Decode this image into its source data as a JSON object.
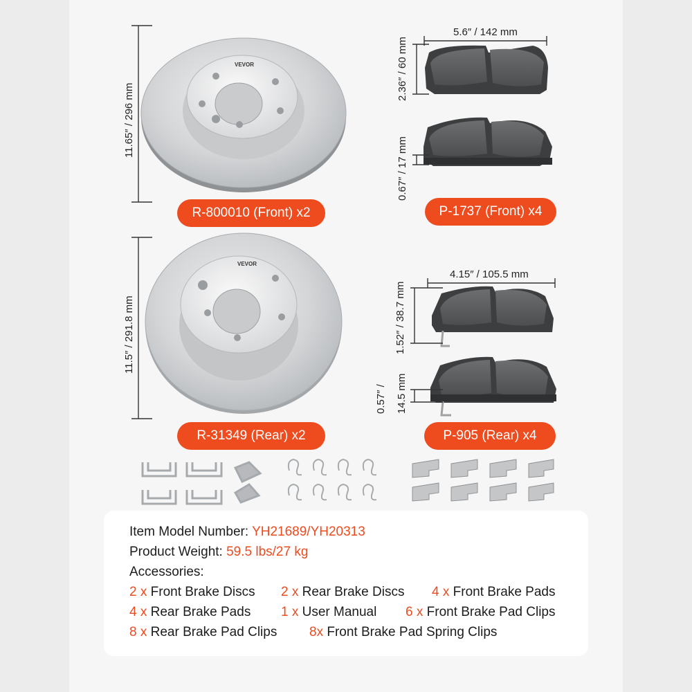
{
  "products": {
    "front_disc": {
      "label": "R-800010 (Front) x2",
      "height_dim": "11.65″ / 296 mm",
      "logo": "VEVOR"
    },
    "rear_disc": {
      "label": "R-31349 (Rear) x2",
      "height_dim": "11.5″ / 291.8 mm",
      "logo": "VEVOR"
    },
    "front_pad": {
      "label": "P-1737 (Front) x4",
      "width_dim": "5.6″ / 142 mm",
      "height_dim": "2.36″ / 60 mm",
      "thickness_dim": "0.67″ / 17 mm"
    },
    "rear_pad": {
      "label": "P-905 (Rear) x4",
      "width_dim": "4.15″ / 105.5 mm",
      "height_dim": "1.52″ / 38.7 mm",
      "thickness_dim_line1": "0.57″ /",
      "thickness_dim_line2": "14.5 mm"
    }
  },
  "specs": {
    "model_label": "Item Model Number: ",
    "model_value": "YH21689/YH20313",
    "weight_label": "Product Weight: ",
    "weight_value": "59.5 lbs/27 kg",
    "accessories_label": "Accessories:",
    "accessories": [
      {
        "qty": "2 x",
        "name": " Front Brake Discs"
      },
      {
        "qty": "2 x",
        "name": " Rear Brake Discs"
      },
      {
        "qty": "4 x",
        "name": " Front Brake Pads"
      },
      {
        "qty": "4 x",
        "name": " Rear Brake Pads"
      },
      {
        "qty": "1 x",
        "name": " User Manual"
      },
      {
        "qty": "6 x",
        "name": " Front Brake Pad Clips"
      },
      {
        "qty": "8 x",
        "name": " Rear Brake Pad Clips"
      },
      {
        "qty": "8x",
        "name": " Front Brake Pad Spring Clips"
      }
    ]
  },
  "colors": {
    "accent": "#ee4b1f",
    "disc_metal": "#cfd1d3",
    "pad_surface": "#5f6163",
    "background": "#f6f6f6"
  }
}
